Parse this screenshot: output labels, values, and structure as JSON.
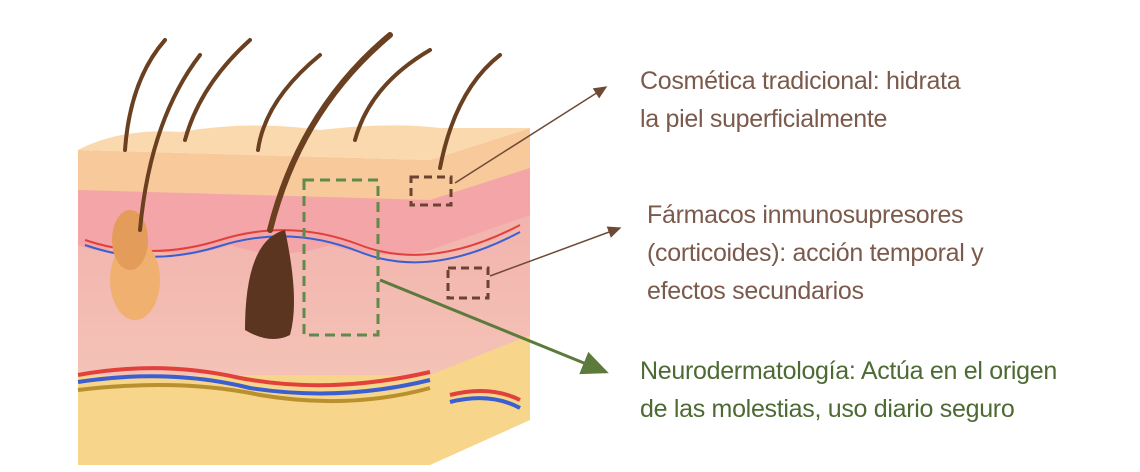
{
  "labels": [
    {
      "lines": [
        "Cosmética tradicional: hidrata",
        "la piel superficialmente"
      ],
      "color": "#7b5a4c"
    },
    {
      "lines": [
        "Fármacos inmunosupresores",
        "(corticoides): acción temporal y",
        "efectos secundarios"
      ],
      "color": "#7b5a4c"
    },
    {
      "lines": [
        "Neurodermatología: Actúa en el origen",
        "de las molestias, uso diario seguro"
      ],
      "color": "#4d6a34"
    }
  ],
  "colors": {
    "brown_arrow": "#6e4a36",
    "green_arrow": "#5b7a3c",
    "box_brown": "#6b4330",
    "box_green": "#5f8a4a"
  }
}
